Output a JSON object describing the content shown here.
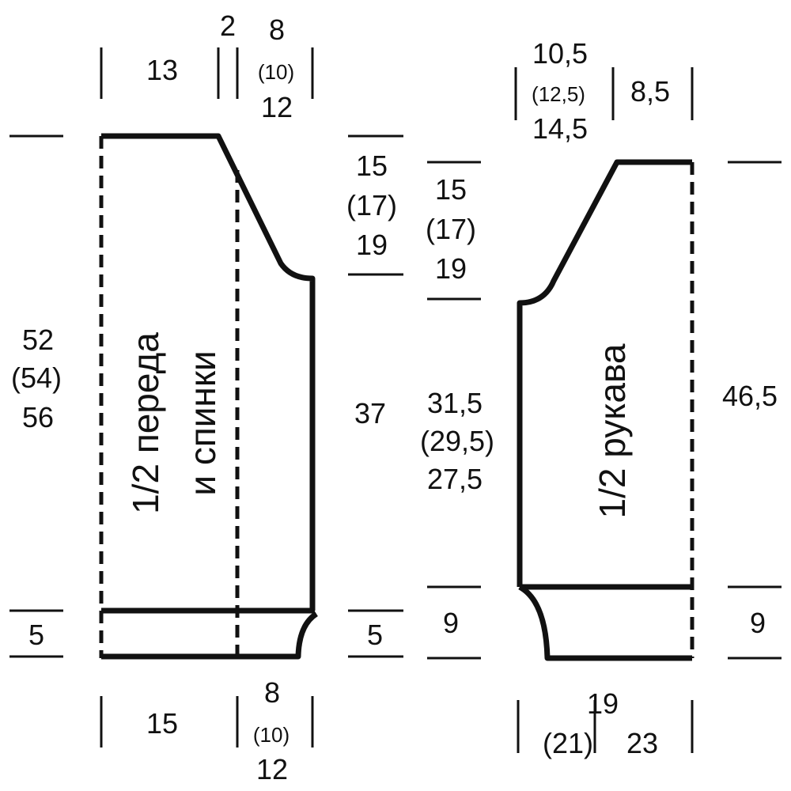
{
  "body_piece": {
    "title_line1": "1/2 переда",
    "title_line2": "и спинки",
    "top": {
      "shoulder": "13",
      "gap": "2",
      "neck": [
        "8",
        "(10)",
        "12"
      ]
    },
    "bottom": {
      "main": "15",
      "side": [
        "8",
        "(10)",
        "12"
      ]
    },
    "left": {
      "height": [
        "52",
        "(54)",
        "56"
      ],
      "rib": "5"
    },
    "right": {
      "armhole": [
        "15",
        "(17)",
        "19"
      ],
      "side": "37",
      "rib": "5"
    }
  },
  "sleeve_piece": {
    "title": "1/2 рукава",
    "top": {
      "cap": [
        "10,5",
        "(12,5)",
        "14,5"
      ],
      "edge": "8,5"
    },
    "bottom": {
      "width": [
        "19",
        "(21)",
        "23"
      ]
    },
    "left": {
      "cap": [
        "15",
        "(17)",
        "19"
      ],
      "length": [
        "31,5",
        "(29,5)",
        "27,5"
      ],
      "cuff": "9"
    },
    "right": {
      "length": "46,5",
      "cuff": "9"
    }
  }
}
